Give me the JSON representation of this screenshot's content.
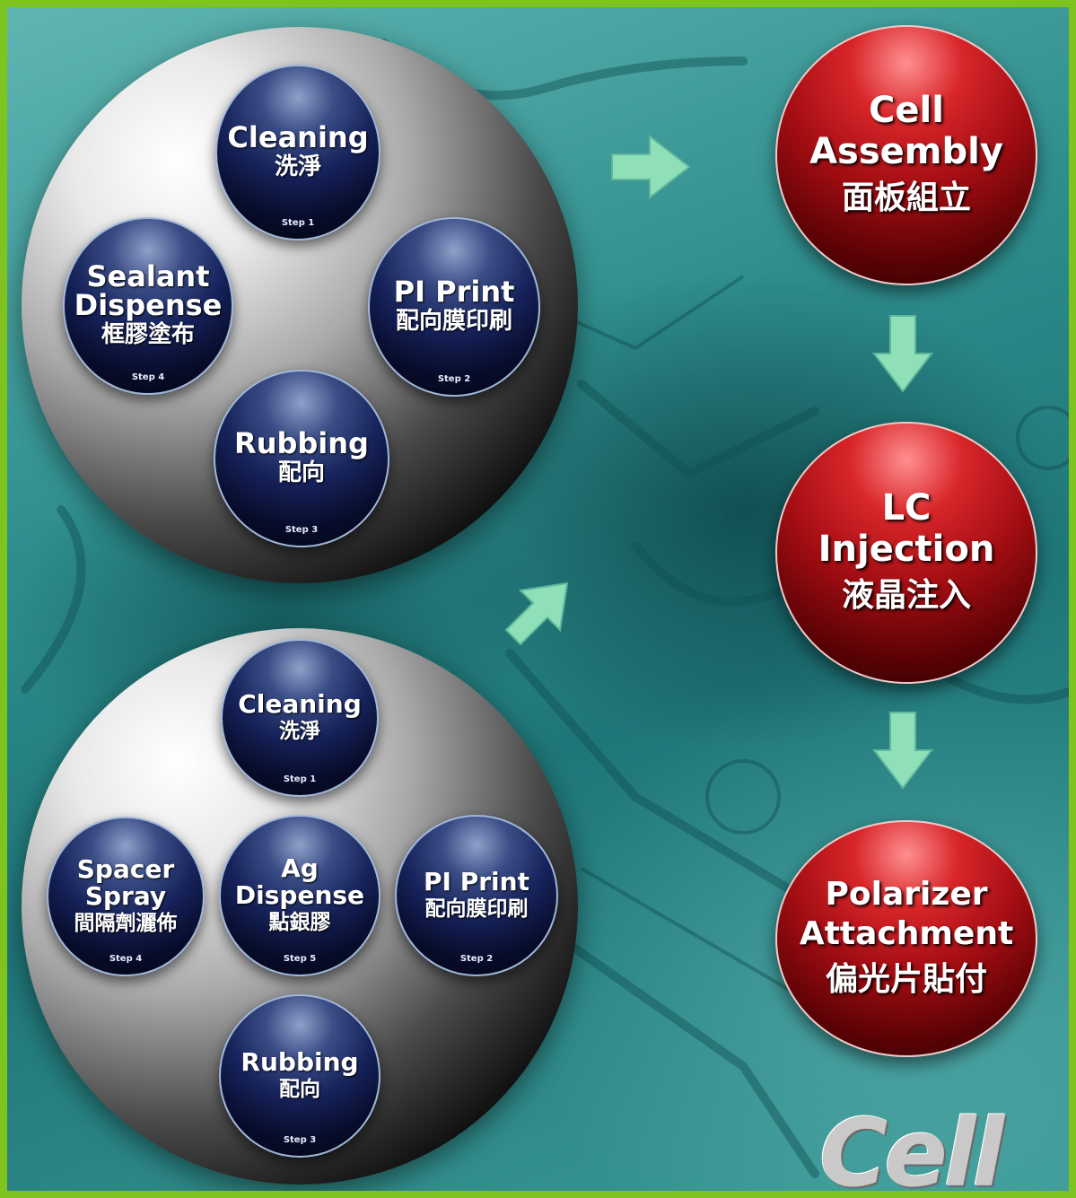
{
  "top_group": [
    {
      "en": "Cleaning",
      "zh": "洗淨",
      "step": "Step 1"
    },
    {
      "en": "Sealant\nDispense",
      "zh": "框膠塗布",
      "step": "Step 4"
    },
    {
      "en": "PI Print",
      "zh": "配向膜印刷",
      "step": "Step 2"
    },
    {
      "en": "Rubbing",
      "zh": "配向",
      "step": "Step 3"
    }
  ],
  "bottom_group": [
    {
      "en": "Cleaning",
      "zh": "洗淨",
      "step": "Step 1"
    },
    {
      "en": "Spacer\nSpray",
      "zh": "間隔劑灑佈",
      "step": "Step 4"
    },
    {
      "en": "Ag\nDispense",
      "zh": "點銀膠",
      "step": "Step 5"
    },
    {
      "en": "PI Print",
      "zh": "配向膜印刷",
      "step": "Step 2"
    },
    {
      "en": "Rubbing",
      "zh": "配向",
      "step": "Step 3"
    }
  ],
  "process_chain": [
    {
      "en": "Cell\nAssembly",
      "zh": "面板組立"
    },
    {
      "en": "LC\nInjection",
      "zh": "液晶注入"
    },
    {
      "en": "Polarizer\nAttachment",
      "zh": "偏光片貼付"
    }
  ],
  "brand_text": "Cell",
  "colors": {
    "frame": "#7dc41f",
    "arrow": "#8fe0b9",
    "step_ball": "#16225a",
    "process_ball": "#a10d12"
  }
}
